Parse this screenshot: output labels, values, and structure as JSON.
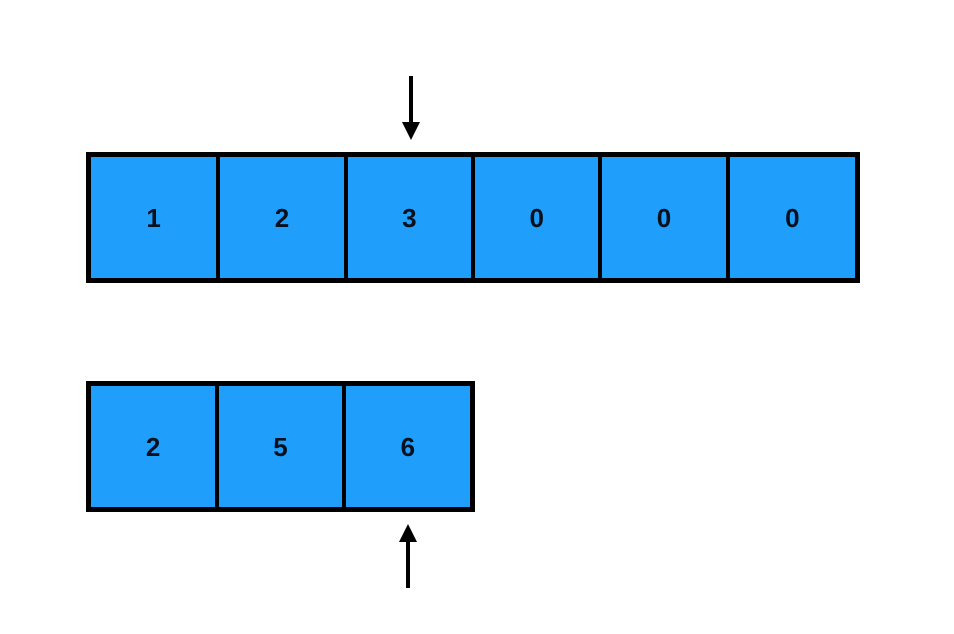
{
  "diagram": {
    "title": "array-merge-pointer-diagram",
    "background_color": "#ffffff",
    "cell_fill_color": "#1f9ffb",
    "border_color": "#000000",
    "text_color": "#07101c",
    "arrays": [
      {
        "id": "top-array",
        "name": "top-array",
        "cells": [
          "1",
          "2",
          "3",
          "0",
          "0",
          "0"
        ],
        "length": 6
      },
      {
        "id": "bottom-array",
        "name": "bottom-array",
        "cells": [
          "2",
          "5",
          "6"
        ],
        "length": 3
      }
    ],
    "pointers": [
      {
        "id": "down-arrow",
        "name": "down-arrow",
        "direction": "down",
        "target_array": "top-array",
        "target_index": 2,
        "target_value": "3"
      },
      {
        "id": "up-arrow",
        "name": "up-arrow",
        "direction": "up",
        "target_array": "bottom-array",
        "target_index": 2,
        "target_value": "6"
      }
    ]
  }
}
